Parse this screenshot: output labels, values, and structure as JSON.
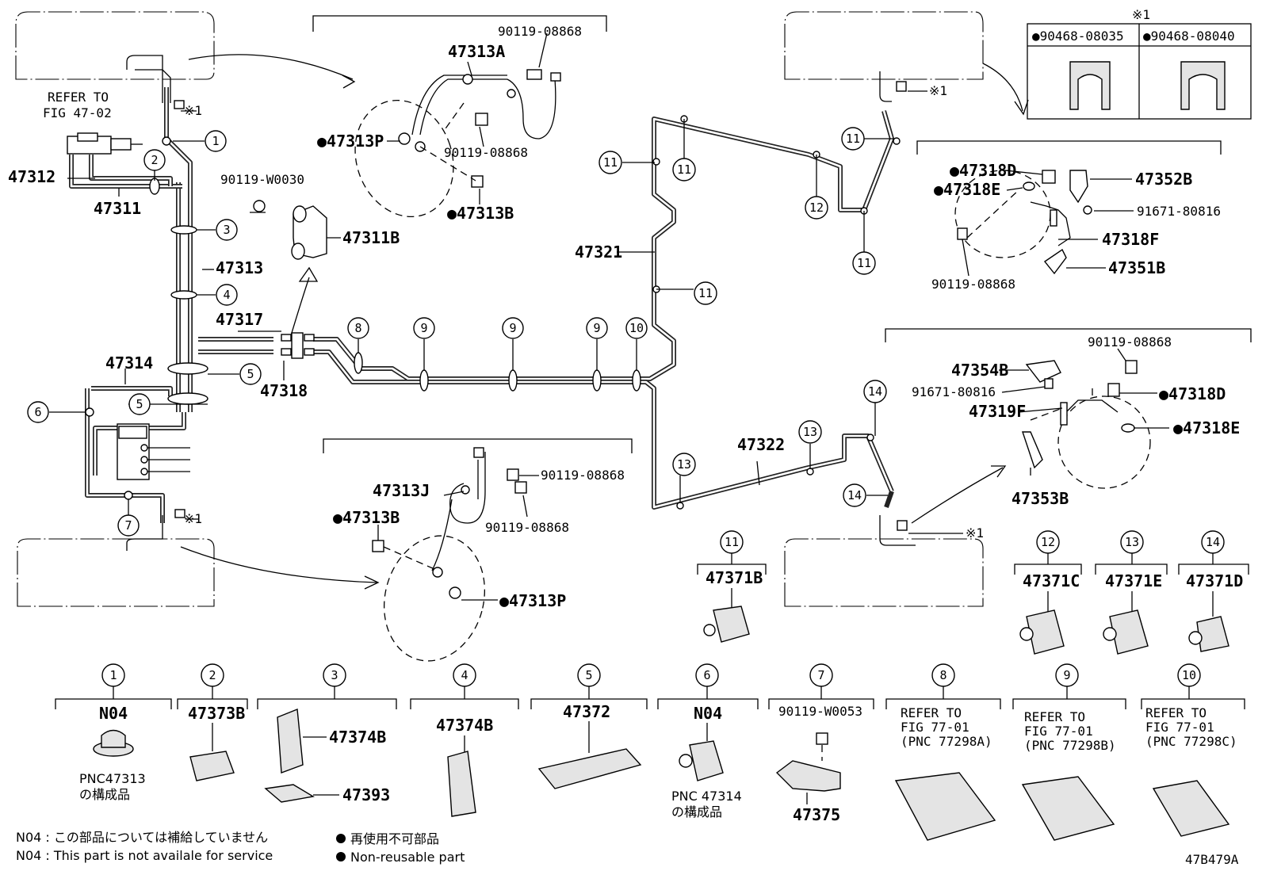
{
  "parts": {
    "p47312": "47312",
    "p47311": "47311",
    "p47313": "47313",
    "p47317": "47317",
    "p47314": "47314",
    "p47318": "47318",
    "p47321": "47321",
    "p47322": "47322",
    "p47311B": "47311B",
    "p47313A": "47313A",
    "p47313P_top": "●47313P",
    "p47313B_top": "●47313B",
    "p47313J": "47313J",
    "p47313B_mid": "●47313B",
    "p47313P_mid": "●47313P",
    "p90119_08868_a": "90119-08868",
    "p90119_08868_b": "90119-08868",
    "p90119_08868_c": "90119-08868",
    "p90119_08868_d": "90119-08868",
    "p90119_08868_e": "90119-08868",
    "p90119_08868_f": "90119-08868",
    "p90119_W0030": "90119-W0030",
    "p47318D_a": "●47318D",
    "p47318E_a": "●47318E",
    "p47352B": "47352B",
    "p91671_80816_a": "91671-80816",
    "p47318F": "47318F",
    "p47351B": "47351B",
    "p47354B": "47354B",
    "p91671_80816_b": "91671-80816",
    "p47319F": "47319F",
    "p47318D_b": "●47318D",
    "p47318E_b": "●47318E",
    "p47353B": "47353B"
  },
  "refer": {
    "line1": "REFER TO",
    "line2": "FIG 47-02"
  },
  "mark": "※1",
  "table": {
    "header": "※1",
    "col1": "●90468-08035",
    "col2": "●90468-08040"
  },
  "callouts": {
    "c1": "1",
    "c2": "2",
    "c3": "3",
    "c4": "4",
    "c5": "5",
    "c6": "6",
    "c7": "7",
    "c8": "8",
    "c9": "9",
    "c10": "10",
    "c11": "11",
    "c12": "12",
    "c13": "13",
    "c14": "14"
  },
  "clips_right": {
    "c11": "47371B",
    "c12": "47371C",
    "c13": "47371E",
    "c14": "47371D"
  },
  "bottom": {
    "b1_title": "N04",
    "b1_note1": "PNC47313",
    "b1_note2": "の構成品",
    "b2_title": "47373B",
    "b3_part1": "47374B",
    "b3_part2": "47393",
    "b4_title": "47374B",
    "b5_title": "47372",
    "b6_title": "N04",
    "b6_note1": "PNC 47314",
    "b6_note2": "の構成品",
    "b7_title": "90119-W0053",
    "b7_part": "47375",
    "b8_l1": "REFER TO",
    "b8_l2": "FIG 77-01",
    "b8_l3": "(PNC 77298A)",
    "b9_l1": "REFER TO",
    "b9_l2": "FIG 77-01",
    "b9_l3": "(PNC 77298B)",
    "b10_l1": "REFER TO",
    "b10_l2": "FIG 77-01",
    "b10_l3": "(PNC 77298C)"
  },
  "legend": {
    "n04_jp": "N04 :  この部品については補給していません",
    "n04_en": "N04 :  This part is not availale for service",
    "nr_jp": "再使用不可部品",
    "nr_en": "Non-reusable part"
  },
  "figure_id": "47B479A"
}
